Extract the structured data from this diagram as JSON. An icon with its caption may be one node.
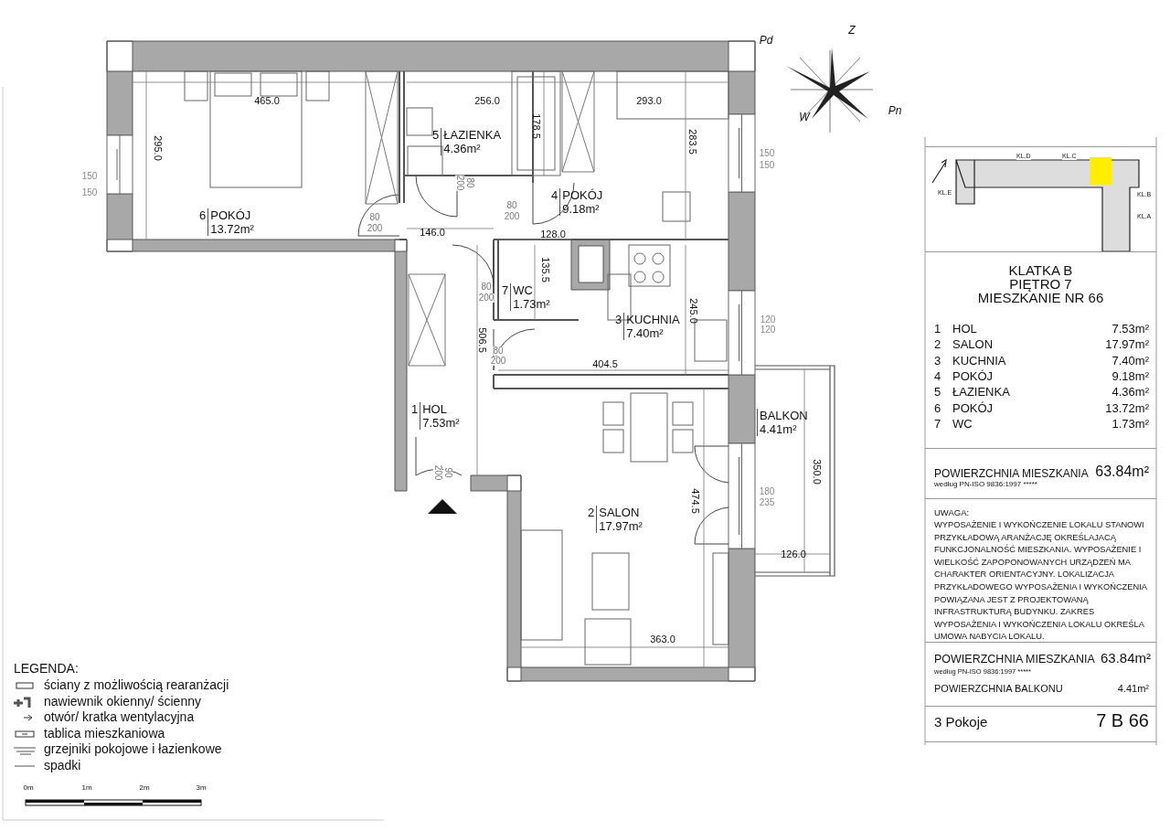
{
  "diagram": {
    "nodes": [
      {
        "text": [
          "6",
          "POKÓJ",
          "13.72m²"
        ]
      },
      {
        "text": [
          "5",
          "ŁAZIENKA",
          "4.36m²"
        ]
      },
      {
        "text": [
          "4",
          "POKÓJ",
          "9.18m²"
        ]
      },
      {
        "text": [
          "7",
          "WC",
          "1.73m²"
        ]
      },
      {
        "text": [
          "3",
          "KUCHNIA",
          "7.40m²"
        ]
      },
      {
        "text": [
          "1",
          "HOL",
          "7.53m²"
        ]
      },
      {
        "text": [
          "2",
          "SALON",
          "17.97m²"
        ]
      },
      {
        "text": [
          "BALKON",
          "4.41m²"
        ]
      },
      {
        "text": [
          "KL.D",
          "KL.C",
          "KL.E",
          "KL.B",
          "KL.A"
        ]
      },
      {
        "text": [
          "KLATKA B",
          "PIĘTRO 7",
          "MIESZKANIE NR 66",
          "1",
          "HOL",
          "7.53m²",
          "2",
          "SALON",
          "17.97m²",
          "3",
          "KUCHNIA",
          "7.40m²",
          "4",
          "POKÓJ",
          "9.18m²",
          "5",
          "ŁAZIENKA",
          "4.36m²",
          "6",
          "POKÓJ",
          "13.72m²",
          "7",
          "WC",
          "1.73m²"
        ]
      },
      {
        "text": [
          "POWIERZCHNIA MIESZKANIA",
          "według PN-ISO 9836:1997 *****",
          "63.84m²"
        ]
      },
      {
        "text": [
          "UWAGA:",
          "WYPOSAŻENIE I WYKOŃCZENIE LOKALU STANOWI PRZYKŁADOWĄ ARANŻACJĘ OKREŚLAJACĄ FUNKCJONALNOŚĆ MIESZKANIA. WYPOSAŻENIE I WIELKOŚĆ ZAPOPONOWANYCH URZĄDZEŃ MA CHARAKTER ORIENTACYJNY. LOKALIZACJA PRZYKŁADOWEGO WYPOSAŻENIA I WYKOŃCZENIA POWIĄZANA JEST Z PROJEKTOWANĄ INFRASTRUKTURĄ BUDYNKU. ZAKRES WYPOSAŻENIA I WYKOŃCZENIA LOKALU OKREŚLA UMOWA NABYCIA LOKALU."
        ]
      },
      {
        "text": [
          "POWIERZCHNIA MIESZKANIA",
          "63.84m²",
          "według PN-ISO 9836:1997 *****",
          "POWIERZCHNIA BALKONU",
          "4.41m²"
        ]
      },
      {
        "text": [
          "3 Pokoje",
          "7 B 66"
        ]
      }
    ],
    "labels": [
      "Pd",
      "Z",
      "Pn",
      "W",
      "465.0",
      "256.0",
      "293.0",
      "178.5",
      "295.0",
      "283.5",
      "150",
      "150",
      "150",
      "150",
      "80",
      "200",
      "80",
      "200",
      "80",
      "200",
      "146.0",
      "128.0",
      "135.5",
      "80",
      "200",
      "245.0",
      "120",
      "120",
      "506.5",
      "80",
      "200",
      "404.5",
      "350.0",
      "90",
      "200",
      "474.5",
      "180",
      "235",
      "126.0",
      "363.0",
      "LEGENDA:",
      "0m",
      "1m",
      "2m",
      "3m"
    ],
    "legend": [
      {
        "text": "ściany z możliwością rearanżacji"
      },
      {
        "text": "nawiewnik okienny/ ścienny"
      },
      {
        "text": "otwór/ kratka wentylacyjna"
      },
      {
        "text": "tablica mieszkaniowa"
      },
      {
        "text": "grzejniki pokojowe i łazienkowe"
      },
      {
        "text": "spadki"
      }
    ]
  }
}
